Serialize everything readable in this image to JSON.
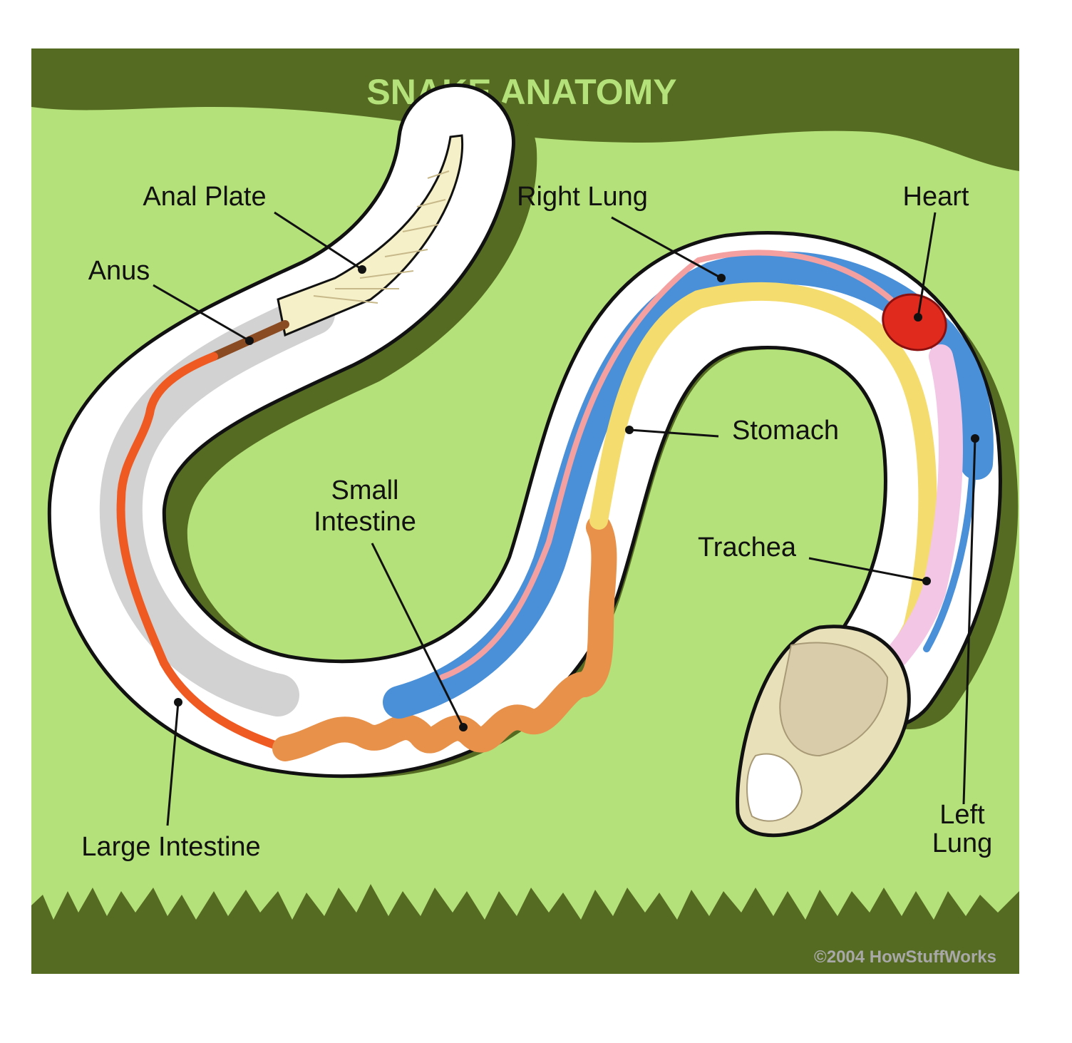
{
  "title": "SNAKE ANATOMY",
  "labels": {
    "anal_plate": "Anal Plate",
    "anus": "Anus",
    "right_lung": "Right Lung",
    "heart": "Heart",
    "stomach": "Stomach",
    "small_intestine_line1": "Small",
    "small_intestine_line2": "Intestine",
    "trachea": "Trachea",
    "large_intestine": "Large Intestine",
    "left_lung_line1": "Left",
    "left_lung_line2": "Lung"
  },
  "copyright": "©2004 HowStuffWorks",
  "colors": {
    "dark_green": "#556b22",
    "light_green": "#b4e17a",
    "body_white": "#ffffff",
    "lung_blue": "#4a90d9",
    "stomach_yellow": "#f5dc6e",
    "intestine_orange": "#e8914a",
    "large_intestine_red": "#ee5a22",
    "heart_red": "#e02a1e",
    "trachea_pink": "#f3c6e6",
    "scale_cream": "#f5f0c8",
    "anus_brown": "#8a4a22"
  }
}
